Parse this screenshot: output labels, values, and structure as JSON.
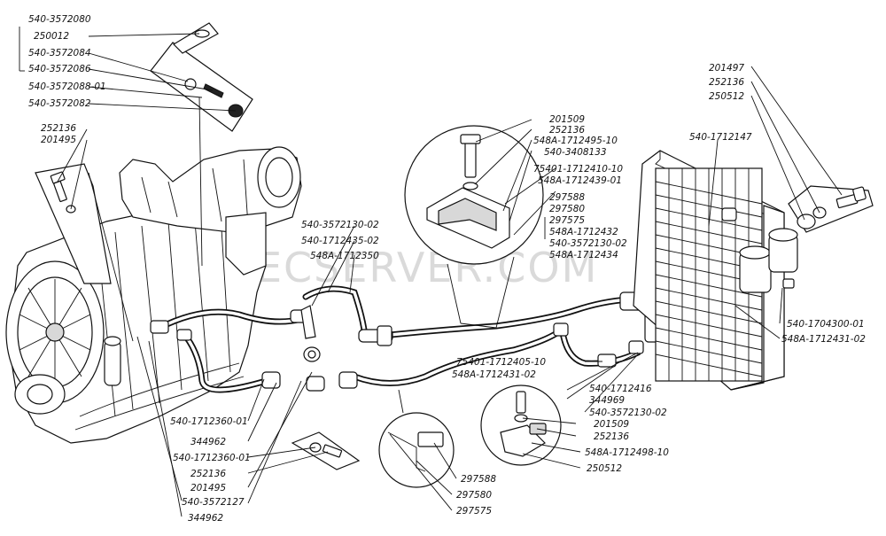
{
  "watermark": "SPECSERVER.COM",
  "labels": {
    "l01": "540-3572080",
    "l02": "250012",
    "l03": "540-3572084",
    "l04": "540-3572086",
    "l05": "540-3572088-01",
    "l06": "540-3572082",
    "l07": "252136",
    "l08": "201495",
    "l09": "201509",
    "l10": "252136",
    "l11": "548A-1712495-10",
    "l12": "540-3408133",
    "l13": "75401-1712410-10",
    "l14": "548A-1712439-01",
    "l15": "297588",
    "l16": "297580",
    "l17": "297575",
    "l18": "548A-1712432",
    "l19": "540-3572130-02",
    "l20": "548A-1712434",
    "l21": "540-1712147",
    "l22": "201497",
    "l23": "252136",
    "l24": "250512",
    "l25": "540-3572130-02",
    "l26": "540-1712435-02",
    "l27": "548A-1712350",
    "l28": "540-1704300-01",
    "l29": "548A-1712431-02",
    "l30": "75401-1712405-10",
    "l31": "548A-1712431-02",
    "l32": "540-1712416",
    "l33": "344969",
    "l34": "540-3572130-02",
    "l35": "201509",
    "l36": "252136",
    "l37": "548A-1712498-10",
    "l38": "250512",
    "l39": "297588",
    "l40": "297580",
    "l41": "297575",
    "l42": "540-1712360-01",
    "l43": "344962",
    "l44": "540-1712360-01",
    "l45": "252136",
    "l46": "201495",
    "l47": "540-3572127",
    "l48": "344962"
  }
}
